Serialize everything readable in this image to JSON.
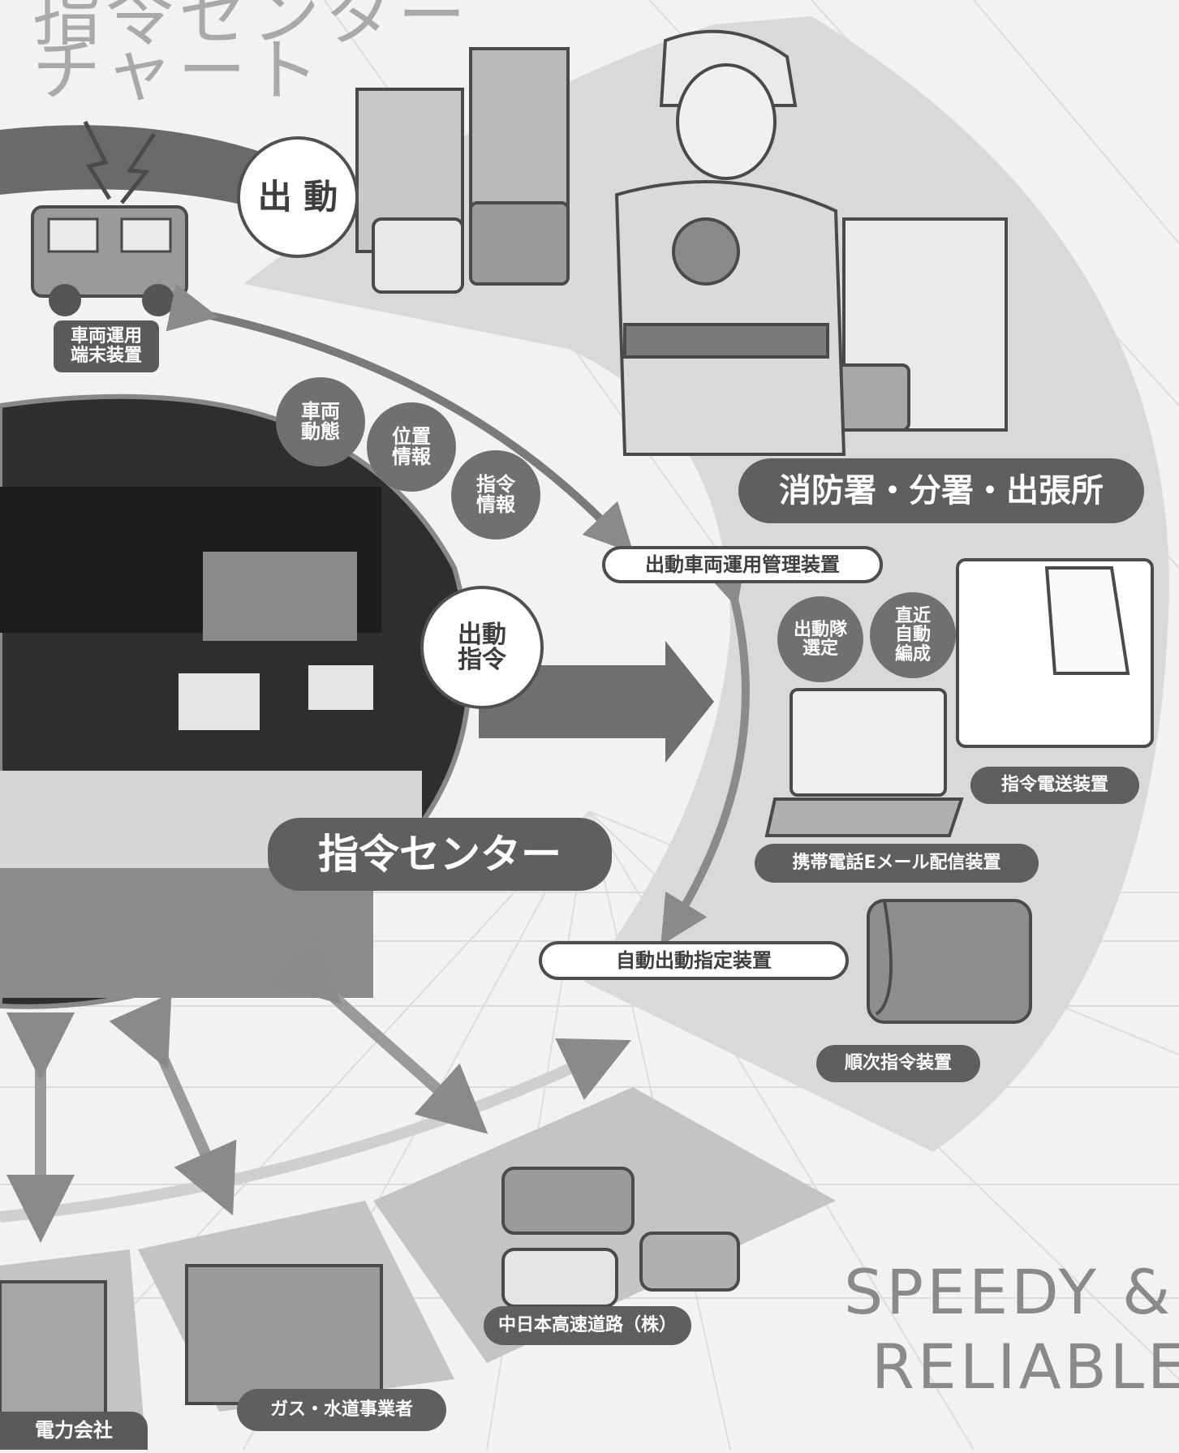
{
  "header": {
    "title_line1": "指令センター",
    "title_line2": "チャート"
  },
  "slogan": {
    "line1": "SPEEDY &",
    "line2": "RELIABLE"
  },
  "bubbles": {
    "dispatch": "出 動",
    "dispatch_order": "出動\n指令",
    "vehicle_status": "車両\n動態",
    "position_info": "位置\n情報",
    "command_info": "指令\n情報",
    "unit_selection": "出動隊\n選定",
    "auto_formation": "直近\n自動\n編成"
  },
  "labels": {
    "vehicle_terminal": "車両運用\n端末装置",
    "fire_station": "消防署・分署・出張所",
    "vehicle_mgmt": "出動車両運用管理装置",
    "transmission": "指令電送装置",
    "email_system": "携帯電話Eメール配信装置",
    "auto_dispatch": "自動出動指定装置",
    "sequential_command": "順次指令装置",
    "command_center": "指令センター",
    "expressway": "中日本高速道路（株）",
    "gas_water": "ガス・水道事業者",
    "power_company": "電力会社"
  }
}
